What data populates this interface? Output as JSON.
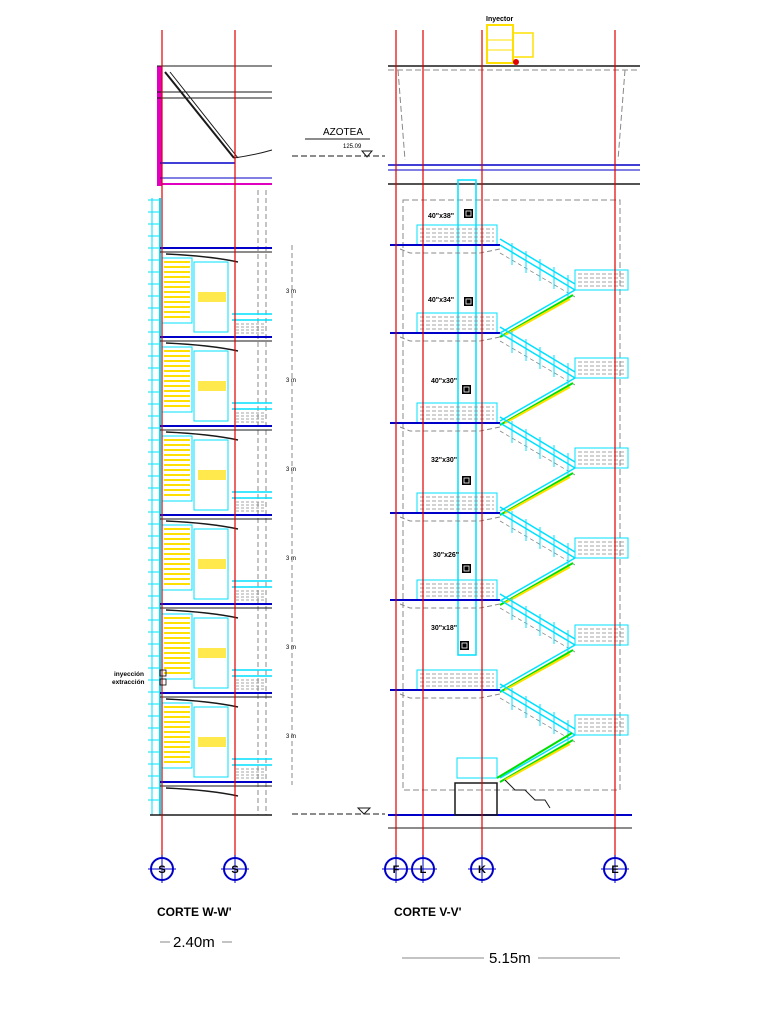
{
  "sections": {
    "left": {
      "title": "CORTE W-W'",
      "width_label": "2.40m",
      "axes": [
        "S",
        "S"
      ],
      "floor_heights": [
        "3 m",
        "3 m",
        "3 m",
        "3 m",
        "3 m",
        "3 m"
      ],
      "legend": [
        "inyección",
        "extracción"
      ]
    },
    "right": {
      "title": "CORTE V-V'",
      "width_label": "5.15m",
      "axes": [
        "F",
        "L",
        "K",
        "E"
      ],
      "roof_label": "AZOTEA",
      "roof_level": "125.09",
      "equipment_label": "Inyector",
      "duct_sizes": [
        "40\"x38\"",
        "40\"x34\"",
        "40\"x30\"",
        "32\"x30\"",
        "30\"x26\"",
        "30\"x18\""
      ]
    }
  },
  "colors": {
    "axis": "#e00000",
    "structure": "#1a1a1a",
    "stairs": "#00e0ff",
    "floor_slab": "#0000c8",
    "duct": "#ffe000",
    "supply_line": "#00e000",
    "roof_frame": "#e000c0"
  }
}
